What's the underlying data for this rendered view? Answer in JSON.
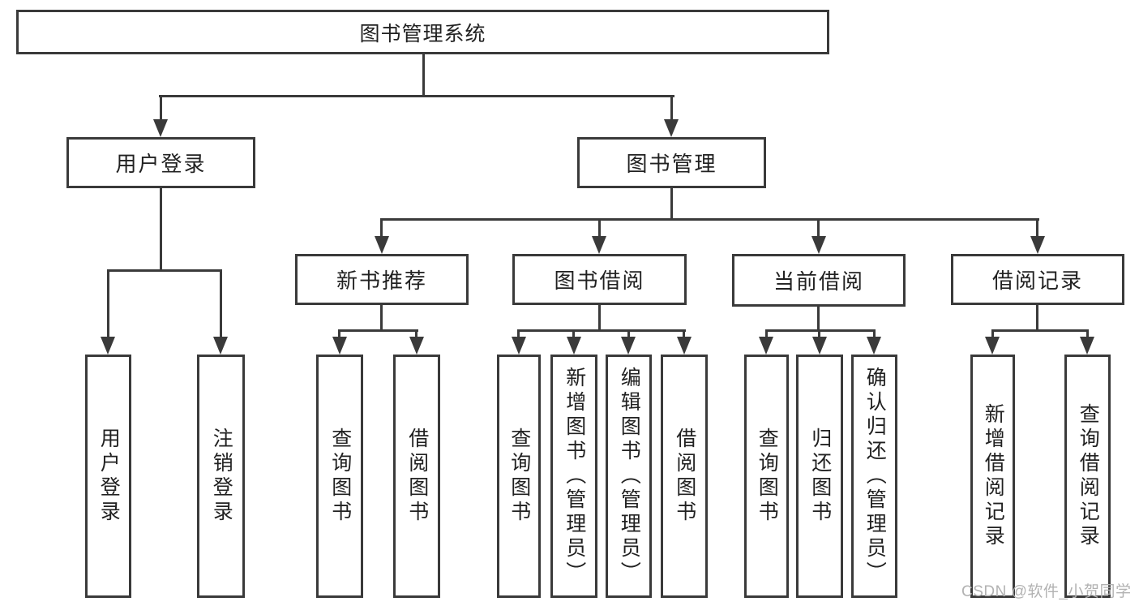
{
  "diagram_title": "图书管理系统",
  "colors": {
    "line": "#3a3a3a",
    "text": "#212121",
    "background": "#ffffff",
    "watermark": "#b2b2b2"
  },
  "tree": {
    "root": {
      "label": "图书管理系统",
      "children": [
        {
          "label": "用户登录",
          "children": [
            {
              "label": "用户登录"
            },
            {
              "label": "注销登录"
            }
          ]
        },
        {
          "label": "图书管理",
          "children": [
            {
              "label": "新书推荐",
              "children": [
                {
                  "label": "查询图书"
                },
                {
                  "label": "借阅图书"
                }
              ]
            },
            {
              "label": "图书借阅",
              "children": [
                {
                  "label": "查询图书"
                },
                {
                  "label": "新增图书（管理员）"
                },
                {
                  "label": "编辑图书（管理员）"
                },
                {
                  "label": "借阅图书"
                }
              ]
            },
            {
              "label": "当前借阅",
              "children": [
                {
                  "label": "查询图书"
                },
                {
                  "label": "归还图书"
                },
                {
                  "label": "确认归还（管理员）"
                }
              ]
            },
            {
              "label": "借阅记录",
              "children": [
                {
                  "label": "新增借阅记录"
                },
                {
                  "label": "查询借阅记录"
                }
              ]
            }
          ]
        }
      ]
    }
  },
  "watermark": {
    "text": "CSDN @软件_小贺同学"
  }
}
